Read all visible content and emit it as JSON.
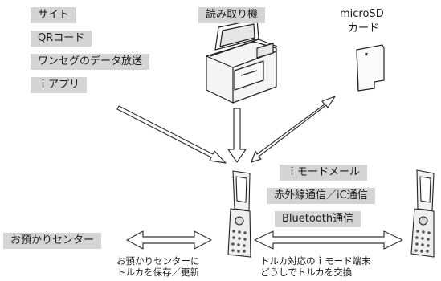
{
  "sources": {
    "site": "サイト",
    "qr_code": "QRコード",
    "oneseg_data": "ワンセグのデータ放送",
    "i_appli": "ｉアプリ"
  },
  "reader": {
    "label": "読み取り機"
  },
  "microsd": {
    "line1": "microSD",
    "line2": "カード"
  },
  "methods": {
    "i_mode_mail": "ｉモードメール",
    "infrared_ic": "赤外線通信／iC通信",
    "bluetooth": "Bluetooth通信"
  },
  "center": {
    "label": "お預かりセンター"
  },
  "captions": {
    "center_line1": "お預かりセンターに",
    "center_line2": "トルカを保存／更新",
    "exchange_line1": "トルカ対応のｉモード端末",
    "exchange_line2": "どうしでトルカを交換"
  },
  "colors": {
    "label_bg": "#d4d4d4",
    "outline": "#333333"
  }
}
